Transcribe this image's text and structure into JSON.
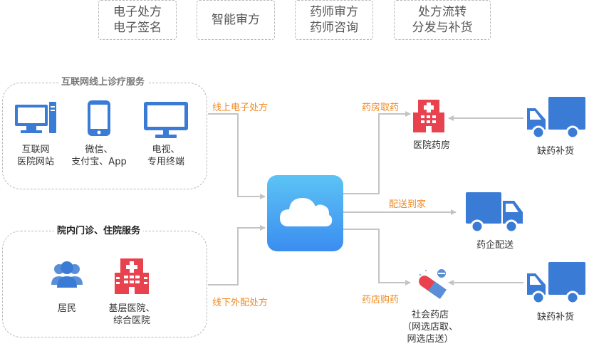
{
  "top_services": [
    {
      "line1": "电子处方",
      "line2": "电子签名"
    },
    {
      "line1": "智能审方",
      "line2": ""
    },
    {
      "line1": "药师审方",
      "line2": "药师咨询"
    },
    {
      "line1": "处方流转",
      "line2": "分发与补货"
    }
  ],
  "online_group": {
    "title": "互联网线上诊疗服务",
    "items": [
      {
        "line1": "互联网",
        "line2": "医院网站",
        "icon": "desktop-computer-icon"
      },
      {
        "line1": "微信、",
        "line2": "支付宝、App",
        "icon": "smartphone-icon"
      },
      {
        "line1": "电视、",
        "line2": "专用终端",
        "icon": "monitor-icon"
      }
    ]
  },
  "offline_group": {
    "title": "院内门诊、住院服务",
    "items": [
      {
        "line1": "居民",
        "line2": "",
        "icon": "residents-icon"
      },
      {
        "line1": "基层医院、",
        "line2": "综合医院",
        "icon": "hospital-icon"
      }
    ]
  },
  "flows": {
    "online_rx": "线上电子处方",
    "offline_rx": "线下外配处方",
    "hospital_pickup": "药房取药",
    "home_delivery": "配送到家",
    "store_purchase": "药店购药"
  },
  "destinations": {
    "hospital_pharmacy": "医院药房",
    "pharma_delivery": "药企配送",
    "community_pharmacy": {
      "line1": "社会药店",
      "line2": "（网选店取、",
      "line3": "网选店送）"
    }
  },
  "restock": {
    "top": "缺药补货",
    "bottom": "缺药补货"
  },
  "colors": {
    "blue": "#3a7bd5",
    "orange": "#f08a24",
    "red": "#e8424f",
    "cloud_top": "#5cc3f5",
    "cloud_bottom": "#3b8df0"
  }
}
